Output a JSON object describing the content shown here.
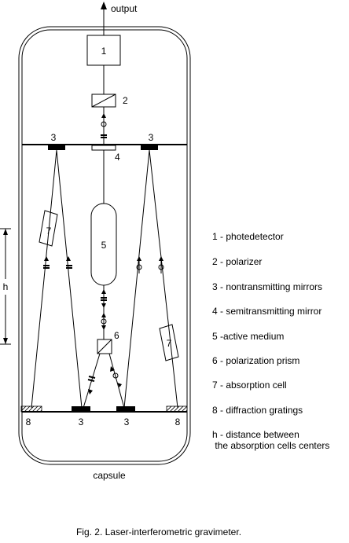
{
  "output_label": "output",
  "capsule_label": "capsule",
  "caption": "Fig. 2. Laser-interferometric gravimeter.",
  "callouts": {
    "photodetector": "1",
    "polarizer": "2",
    "mirror_left": "3",
    "mirror_right": "3",
    "semitransmitting": "4",
    "active_medium": "5",
    "prism": "6",
    "cell_left": "7",
    "cell_right": "7",
    "grating_left": "8",
    "grating_right": "8",
    "bottom_left_3": "3",
    "bottom_right_3": "3",
    "height": "h"
  },
  "legend": [
    "1 - photedetector",
    "2 - polarizer",
    "3 - nontransmitting mirrors",
    "4 - semitransmitting mirror",
    "5 -active medium",
    "6 - polarization prism",
    "7 - absorption cell",
    "8 - diffraction gratings",
    "h - distance between",
    " the absorption cells centers"
  ]
}
